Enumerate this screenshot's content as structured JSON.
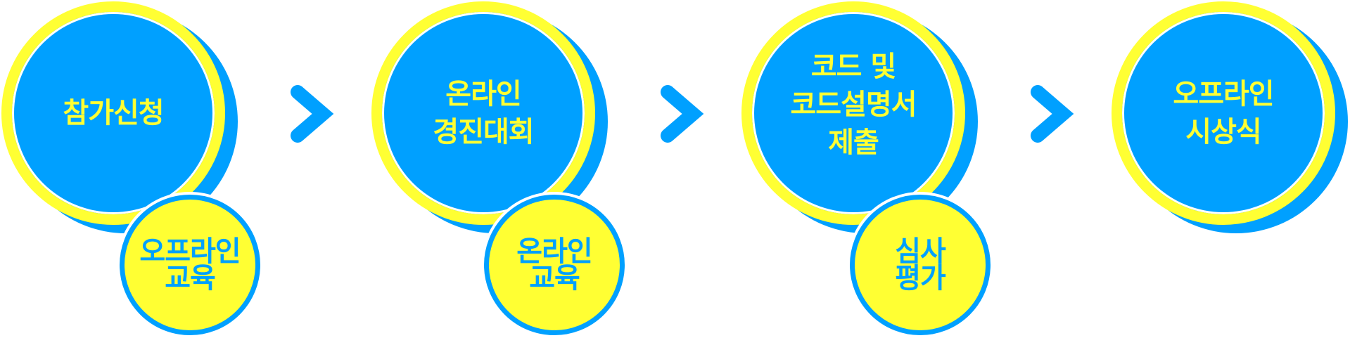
{
  "colors": {
    "blue": "#00a0ff",
    "yellow": "#ffff33"
  },
  "steps": [
    {
      "main_lines": [
        "참가신청"
      ],
      "sub_lines": [
        "오프라인",
        "교육"
      ]
    },
    {
      "main_lines": [
        "온라인",
        "경진대회"
      ],
      "sub_lines": [
        "온라인",
        "교육"
      ]
    },
    {
      "main_lines": [
        "코드 및",
        "코드설명서",
        "제출"
      ],
      "sub_lines": [
        "심사",
        "평가"
      ]
    },
    {
      "main_lines": [
        "오프라인",
        "시상식"
      ],
      "sub_lines": []
    }
  ],
  "arrows": [
    {
      "icon": "chevron-right-icon"
    },
    {
      "icon": "chevron-right-icon"
    },
    {
      "icon": "chevron-right-icon"
    }
  ]
}
